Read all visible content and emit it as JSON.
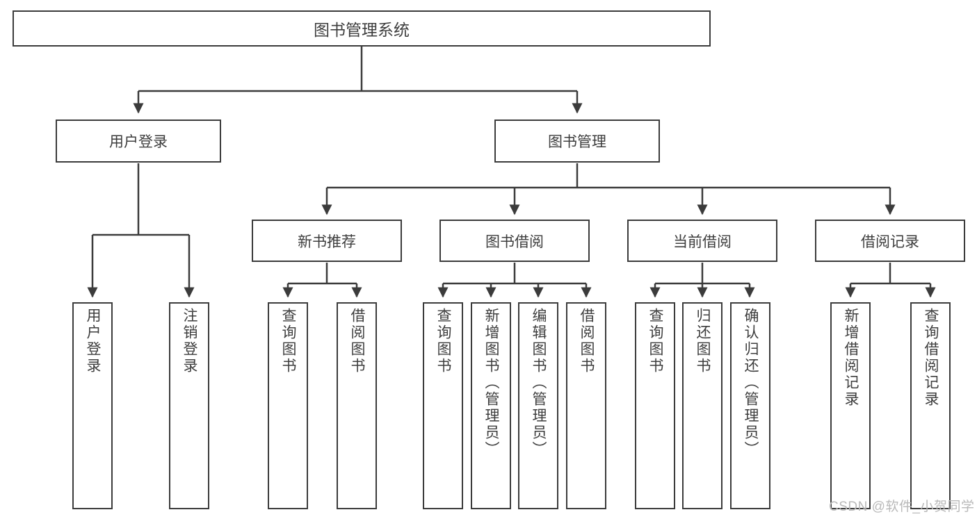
{
  "diagram": {
    "title": "图书管理系统",
    "type": "hierarchy-tree",
    "colors": {
      "box_border": "#3b3b3b",
      "box_fill": "#ffffff",
      "text": "#3d3d3d",
      "edge": "#3b3b3b",
      "watermark": "#b9b9b9",
      "background": "#ffffff"
    },
    "root": {
      "label": "图书管理系统"
    },
    "level2": [
      {
        "label": "用户登录"
      },
      {
        "label": "图书管理"
      }
    ],
    "level3": [
      {
        "label": "新书推荐"
      },
      {
        "label": "图书借阅"
      },
      {
        "label": "当前借阅"
      },
      {
        "label": "借阅记录"
      }
    ],
    "leaves": {
      "user_login": [
        {
          "label": "用户登录"
        },
        {
          "label": "注销登录"
        }
      ],
      "new_book_recommend": [
        {
          "label": "查询图书"
        },
        {
          "label": "借阅图书"
        }
      ],
      "book_borrow": [
        {
          "label": "查询图书"
        },
        {
          "label": "新增图书（管理员）"
        },
        {
          "label": "编辑图书（管理员）"
        },
        {
          "label": "借阅图书"
        }
      ],
      "current_borrow": [
        {
          "label": "查询图书"
        },
        {
          "label": "归还图书"
        },
        {
          "label": "确认归还（管理员）"
        }
      ],
      "borrow_record": [
        {
          "label": "新增借阅记录"
        },
        {
          "label": "查询借阅记录"
        }
      ]
    }
  },
  "watermark": {
    "text": "CSDN @软件_小贺同学"
  }
}
